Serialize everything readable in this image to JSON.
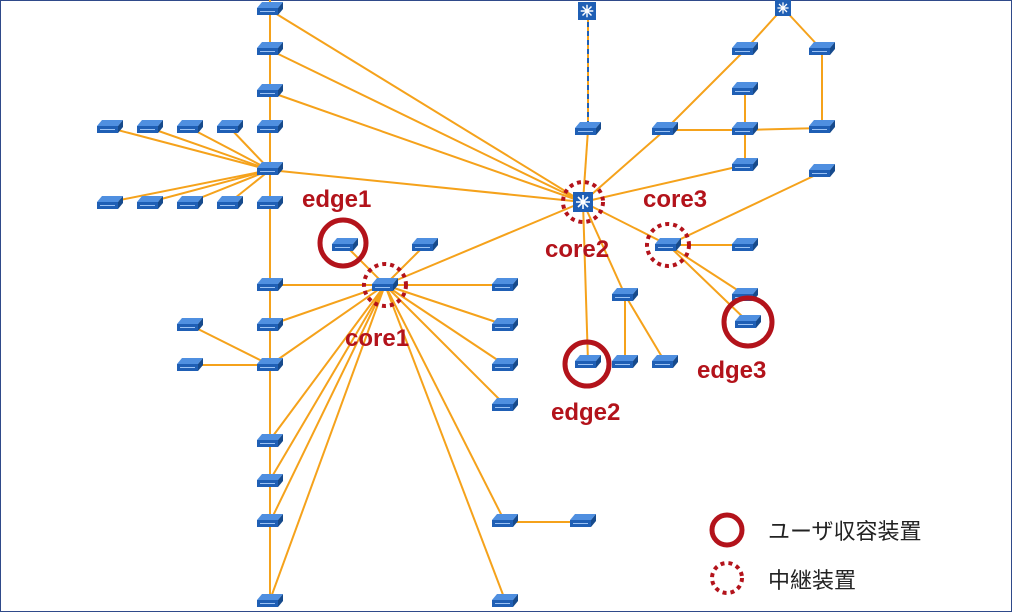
{
  "colors": {
    "link": "#f5a21b",
    "device": "#1f5fb5",
    "highlight": "#b3131b"
  },
  "labels": {
    "edge1": "edge1",
    "core1": "core1",
    "core2": "core2",
    "edge2": "edge2",
    "core3": "core3",
    "edge3": "edge3"
  },
  "legend": {
    "user_device": "ユーザ収容装置",
    "relay_device": "中継装置"
  }
}
